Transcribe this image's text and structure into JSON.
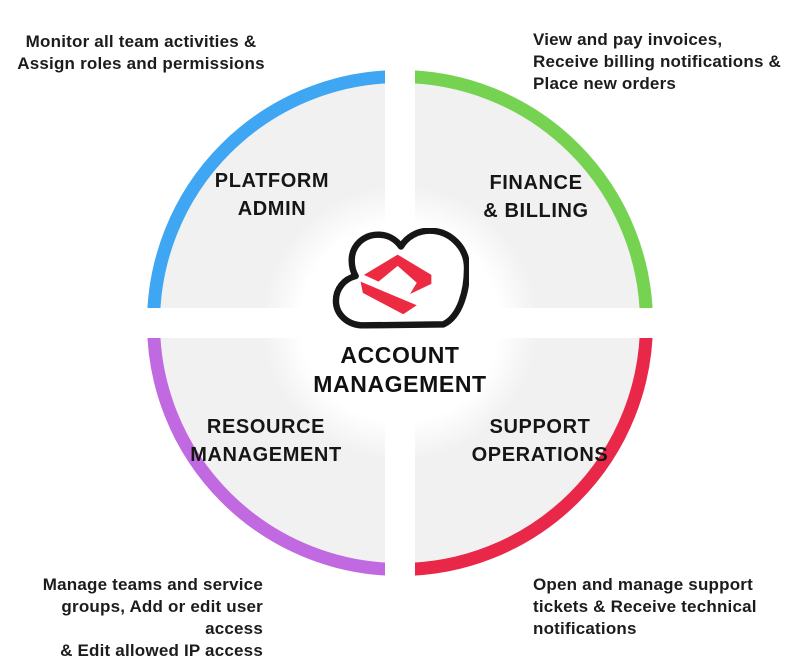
{
  "diagram_title": "Account Management services wheel",
  "center": {
    "title": "ACCOUNT\nMANAGEMENT",
    "logo": "cloud-with-s-logo",
    "logo_color": "#EC2B43",
    "logo_outline_color": "#161616"
  },
  "quadrants": [
    {
      "id": "platform-admin",
      "label": "PLATFORM\nADMIN",
      "arc_color": "#3EA6F2",
      "note": "Monitor all team activities &\nAssign roles and permissions"
    },
    {
      "id": "finance-billing",
      "label": "FINANCE\n& BILLING",
      "arc_color": "#76D251",
      "note": "View and pay invoices,\nReceive billing notifications &\nPlace new orders"
    },
    {
      "id": "resource-management",
      "label": "RESOURCE\nMANAGEMENT",
      "arc_color": "#C069E0",
      "note": "Manage teams and service\ngroups, Add or edit user access\n& Edit allowed IP access"
    },
    {
      "id": "support-operations",
      "label": "SUPPORT\nOPERATIONS",
      "arc_color": "#E92748",
      "note": "Open and manage support\ntickets & Receive technical\nnotifications"
    }
  ],
  "style": {
    "quadrant_fill": "#F1F1F1",
    "background": "#FFFFFF",
    "text_color": "#1C1C1C"
  }
}
